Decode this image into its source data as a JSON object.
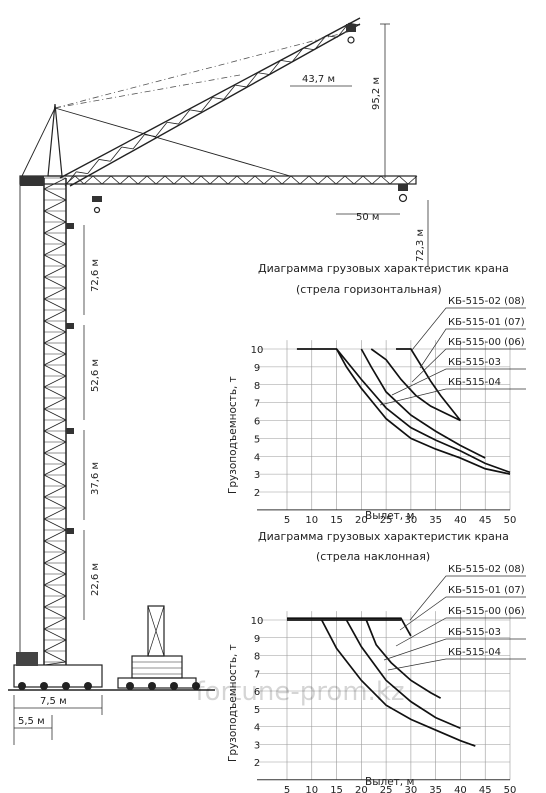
{
  "crane_dims": {
    "jib_reach_inclined": "43,7 м",
    "height_inclined": "95,2 м",
    "jib_reach_horizontal": "50 м",
    "height_horizontal": "72,3 м",
    "tower_heights": [
      "72,6 м",
      "52,6 м",
      "37,6 м",
      "22,6 м"
    ],
    "track_gauge": "7,5 м",
    "base_width": "5,5 м"
  },
  "watermark": "fortune-prom.kz",
  "chart_data": [
    {
      "type": "line",
      "title": "Диаграмма грузовых характеристик крана",
      "subtitle": "(стрела горизонтальная)",
      "xlabel": "Вылет, м",
      "ylabel": "Грузоподъемность, т",
      "xticks": [
        5,
        10,
        15,
        20,
        25,
        30,
        35,
        40,
        45,
        50
      ],
      "yticks": [
        2,
        3,
        4,
        5,
        6,
        7,
        8,
        9,
        10
      ],
      "xlim": [
        5,
        50
      ],
      "ylim": [
        1,
        10.5
      ],
      "grid": true,
      "series": [
        {
          "name": "КБ-515-02 (08)",
          "x": [
            27,
            30,
            32,
            34,
            36,
            38,
            40
          ],
          "y": [
            10,
            10,
            9.1,
            8.2,
            7.4,
            6.7,
            6.0
          ]
        },
        {
          "name": "КБ-515-01 (07)",
          "x": [
            22,
            25,
            28,
            31,
            34,
            37,
            40
          ],
          "y": [
            10,
            9.4,
            8.3,
            7.4,
            6.8,
            6.4,
            6.0
          ]
        },
        {
          "name": "КБ-515-00 (06)",
          "x": [
            20,
            22,
            25,
            30,
            35,
            40,
            45
          ],
          "y": [
            10,
            9.0,
            7.6,
            6.3,
            5.4,
            4.6,
            3.9
          ]
        },
        {
          "name": "КБ-515-03",
          "x": [
            15,
            17,
            20,
            25,
            30,
            35,
            40,
            45,
            50
          ],
          "y": [
            10,
            9.0,
            7.8,
            6.1,
            5.0,
            4.4,
            3.9,
            3.3,
            3.0
          ]
        },
        {
          "name": "КБ-515-04",
          "x": [
            7,
            15,
            20,
            25,
            30,
            35,
            40,
            45,
            50
          ],
          "y": [
            10,
            10,
            8.3,
            6.7,
            5.6,
            4.9,
            4.3,
            3.6,
            3.1
          ]
        }
      ]
    },
    {
      "type": "line",
      "title": "Диаграмма грузовых характеристик крана",
      "subtitle": "(стрела наклонная)",
      "xlabel": "Вылет, м",
      "ylabel": "Грузоподъемность, т",
      "xticks": [
        5,
        10,
        15,
        20,
        25,
        30,
        35,
        40,
        45,
        50
      ],
      "yticks": [
        2,
        3,
        4,
        5,
        6,
        7,
        8,
        9,
        10
      ],
      "xlim": [
        5,
        50
      ],
      "ylim": [
        1,
        10.5
      ],
      "grid": true,
      "series": [
        {
          "name": "КБ-515-02 (08)",
          "x": [
            5,
            10,
            15,
            20,
            25,
            28,
            30
          ],
          "y": [
            10.1,
            10.1,
            10.1,
            10.1,
            10.1,
            10.1,
            9.1
          ]
        },
        {
          "name": "КБ-515-01 (07)",
          "x": [
            5,
            10,
            15,
            20,
            25,
            28
          ],
          "y": [
            10,
            10,
            10,
            10,
            10,
            10
          ]
        },
        {
          "name": "КБ-515-00 (06)",
          "x": [
            21,
            23,
            26,
            30,
            34,
            36
          ],
          "y": [
            10,
            8.6,
            7.6,
            6.6,
            5.9,
            5.6
          ]
        },
        {
          "name": "КБ-515-03",
          "x": [
            17,
            20,
            25,
            30,
            35,
            40
          ],
          "y": [
            10,
            8.5,
            6.6,
            5.4,
            4.5,
            3.9
          ]
        },
        {
          "name": "КБ-515-04",
          "x": [
            12,
            15,
            20,
            25,
            30,
            35,
            40,
            43
          ],
          "y": [
            10,
            8.4,
            6.6,
            5.2,
            4.4,
            3.8,
            3.2,
            2.9
          ]
        }
      ]
    }
  ]
}
